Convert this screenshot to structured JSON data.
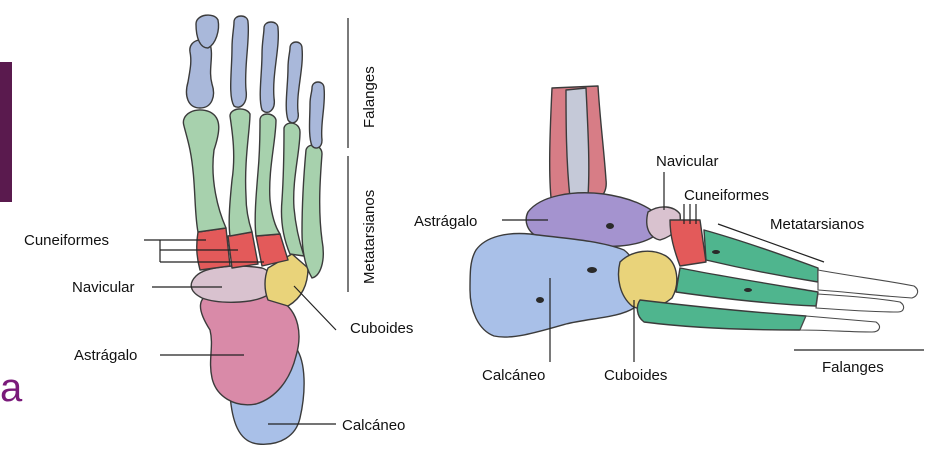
{
  "colors": {
    "sidebar_accent": "#5a1a4e",
    "phalanges": "#a9b8da",
    "metatarsals": "#a7d1ad",
    "cuneiforms": "#e35a5a",
    "navicular": "#d9c2cf",
    "cuboid": "#e9d37a",
    "talus": "#d98aa8",
    "calcaneus": "#a9c0e8",
    "lateral_metatarsals": "#4fb58e",
    "talus_lateral": "#a493cf",
    "tibia": "#d77d86",
    "ligament_spots": "#2a2a2a"
  },
  "left_panel": {
    "labels": {
      "cuneiformes": "Cuneiformes",
      "navicular": "Navicular",
      "astragalo": "Astrágalo",
      "cuboides": "Cuboides",
      "calcaneo": "Calcáneo",
      "falanges": "Falanges",
      "metatarsianos": "Metatarsianos"
    }
  },
  "right_panel": {
    "labels": {
      "navicular": "Navicular",
      "cuneiformes": "Cuneiformes",
      "metatarsianos": "Metatarsianos",
      "astragalo": "Astrágalo",
      "calcaneo": "Calcáneo",
      "cuboides": "Cuboides",
      "falanges": "Falanges"
    }
  },
  "edge_text": {
    "partial_letter": "a"
  }
}
